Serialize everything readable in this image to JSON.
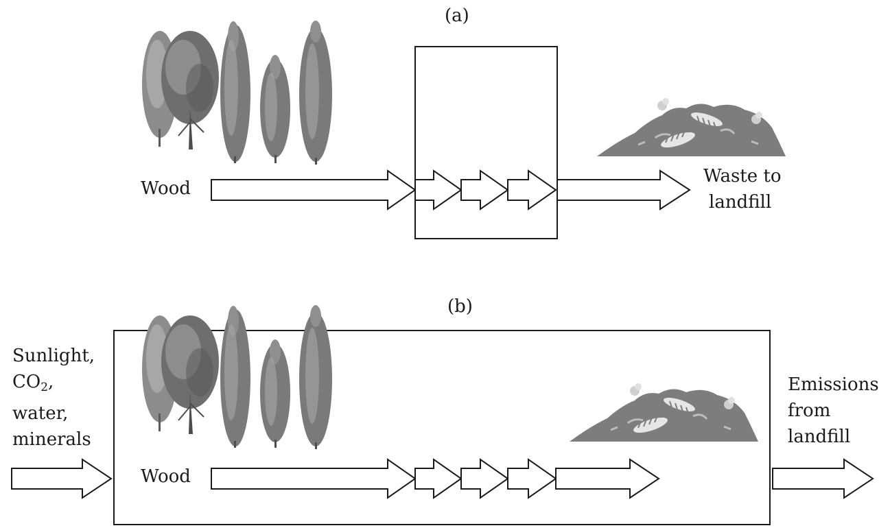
{
  "panels": [
    {
      "id": "a",
      "label": "(a)",
      "input_label": "Wood",
      "output_label_lines": [
        "Waste to",
        "landfill"
      ]
    },
    {
      "id": "b",
      "label": "(b)",
      "input_label": "Wood",
      "external_input_lines": [
        "Sunlight,",
        "CO",
        "2",
        ",",
        "water,",
        "minerals"
      ],
      "output_label_lines": [
        "Emissions",
        "from",
        "landfill"
      ]
    }
  ],
  "colors": {
    "line": "#1a1a1a",
    "tree_dark": "#6e6e6e",
    "tree_mid": "#8c8c8c",
    "tree_light": "#b2b2b2",
    "landfill": "#7d7d7d",
    "landfill_debris": "#bdbdbd"
  },
  "icons": [
    "trees-illustration",
    "landfill-pile-illustration"
  ]
}
